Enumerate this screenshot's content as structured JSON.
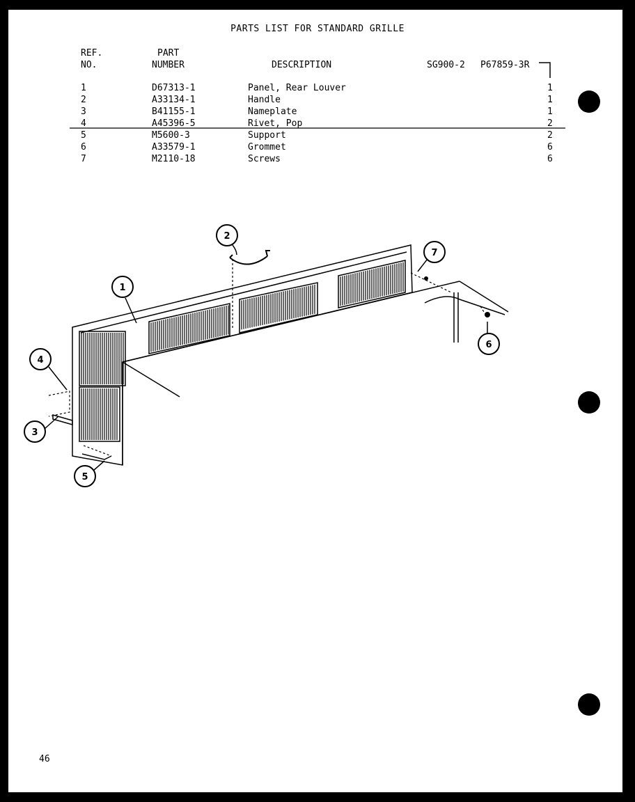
{
  "title": "PARTS LIST FOR STANDARD GRILLE",
  "columns": {
    "ref_line1": "REF.",
    "ref_line2": "NO.",
    "part_line1": "PART",
    "part_line2": "NUMBER",
    "description": "DESCRIPTION",
    "model1": "SG900-2",
    "model2": "P67859-3R"
  },
  "parts": [
    {
      "ref": "1",
      "part": "D67313-1",
      "desc": "Panel, Rear Louver",
      "qty": "1"
    },
    {
      "ref": "2",
      "part": "A33134-1",
      "desc": "Handle",
      "qty": "1"
    },
    {
      "ref": "3",
      "part": "B41155-1",
      "desc": "Nameplate",
      "qty": "1"
    },
    {
      "ref": "4",
      "part": "A45396-5",
      "desc": "Rivet, Pop",
      "qty": "2"
    },
    {
      "ref": "5",
      "part": "M5600-3",
      "desc": "Support",
      "qty": "2"
    },
    {
      "ref": "6",
      "part": "A33579-1",
      "desc": "Grommet",
      "qty": "6"
    },
    {
      "ref": "7",
      "part": "M2110-18",
      "desc": "Screws",
      "qty": "6"
    }
  ],
  "callouts": [
    "1",
    "2",
    "3",
    "4",
    "5",
    "6",
    "7"
  ],
  "page_number": "46"
}
